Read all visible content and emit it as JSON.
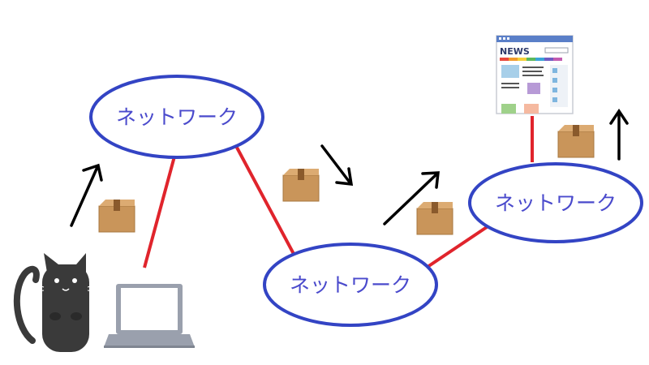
{
  "nodes": {
    "network_a": {
      "label": "ネットワーク"
    },
    "network_b": {
      "label": "ネットワーク"
    },
    "network_c": {
      "label": "ネットワーク"
    }
  },
  "news_site": {
    "logo_text": "NEWS"
  },
  "colors": {
    "node_stroke": "#3344c4",
    "node_text": "#4a4acc",
    "link": "#e0242c",
    "arrow": "#000000",
    "box": "#c9955a",
    "box_tape": "#8a5a2c",
    "cat": "#3a3a3a",
    "laptop_frame": "#9aa0ad",
    "laptop_screen": "#ffffff"
  },
  "icons": {
    "sender": "cat-icon",
    "device": "laptop-icon",
    "destination": "news-website-icon",
    "packet": "cardboard-box-icon"
  }
}
